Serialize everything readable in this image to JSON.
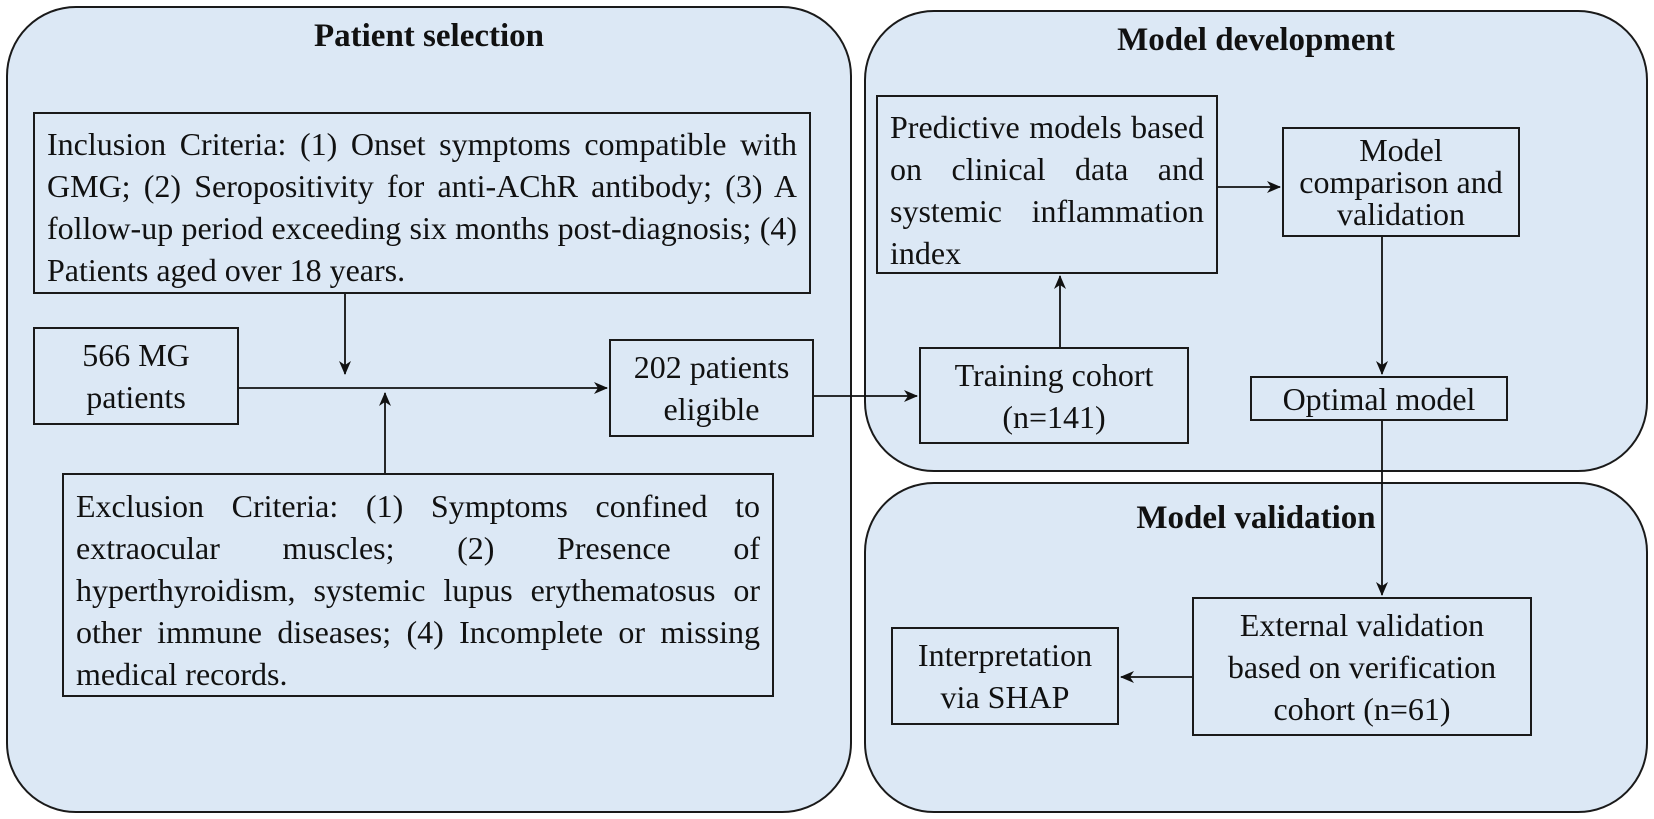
{
  "panels": {
    "patient_selection": {
      "title": "Patient selection"
    },
    "model_development": {
      "title": "Model development"
    },
    "model_validation": {
      "title": "Model validation"
    }
  },
  "boxes": {
    "inclusion": "Inclusion Criteria: (1) Onset symptoms compatible with GMG; (2) Seropositivity for anti-AChR antibody; (3) A follow-up period exceeding six months post-diagnosis; (4) Patients aged over 18 years.",
    "exclusion": "Exclusion Criteria: (1) Symptoms confined to extraocular muscles; (2) Presence of hyperthyroidism, systemic lupus erythematosus or other immune diseases; (4) Incomplete or missing medical records.",
    "mg_patients": "566 MG patients",
    "eligible": "202 patients eligible",
    "training_cohort": "Training cohort (n=141)",
    "predictive_models": "Predictive models based on clinical data and systemic inflammation index",
    "model_comparison": "Model comparison and validation",
    "optimal_model": "Optimal model",
    "external_validation": "External validation based on verification cohort (n=61)",
    "interpretation": "Interpretation via SHAP"
  }
}
